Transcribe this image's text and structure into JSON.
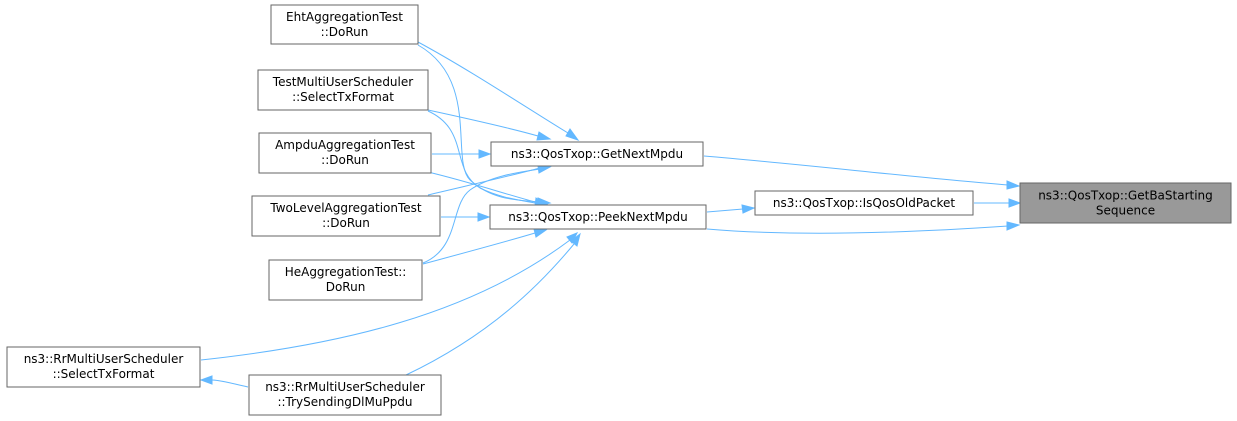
{
  "diagram": {
    "nodes": {
      "root": {
        "lines": [
          "ns3::QosTxop::GetBaStarting",
          "Sequence"
        ]
      },
      "isqos": {
        "lines": [
          "ns3::QosTxop::IsQosOldPacket"
        ]
      },
      "getnext": {
        "lines": [
          "ns3::QosTxop::GetNextMpdu"
        ]
      },
      "peeknext": {
        "lines": [
          "ns3::QosTxop::PeekNextMpdu"
        ]
      },
      "eht": {
        "lines": [
          "EhtAggregationTest",
          "::DoRun"
        ]
      },
      "testmu": {
        "lines": [
          "TestMultiUserScheduler",
          "::SelectTxFormat"
        ]
      },
      "ampdu": {
        "lines": [
          "AmpduAggregationTest",
          "::DoRun"
        ]
      },
      "twolevel": {
        "lines": [
          "TwoLevelAggregationTest",
          "::DoRun"
        ]
      },
      "he": {
        "lines": [
          "HeAggregationTest::",
          "DoRun"
        ]
      },
      "rrselect": {
        "lines": [
          "ns3::RrMultiUserScheduler",
          "::SelectTxFormat"
        ]
      },
      "rrtry": {
        "lines": [
          "ns3::RrMultiUserScheduler",
          "::TrySendingDlMuPpdu"
        ]
      }
    },
    "colors": {
      "edge": "#63b8ff",
      "node_border": "#666666",
      "root_fill": "#999999",
      "node_fill": "#ffffff"
    }
  }
}
